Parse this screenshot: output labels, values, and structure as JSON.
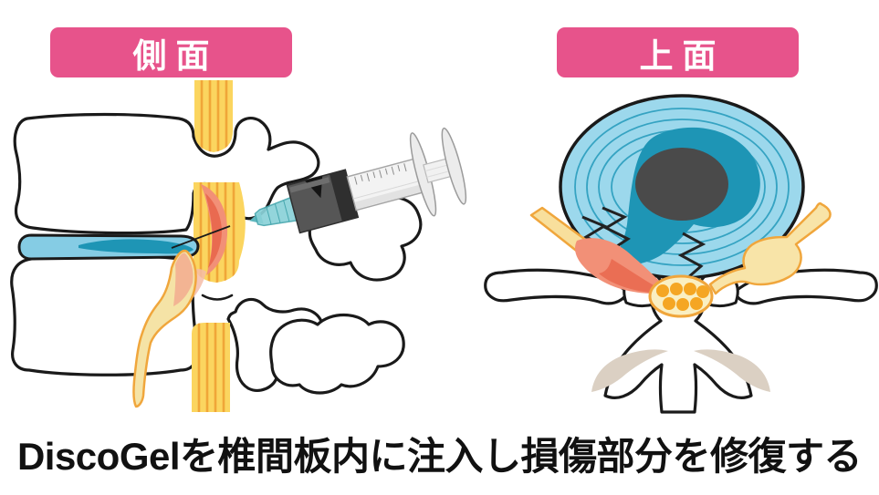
{
  "panel_labels": {
    "side_view": "側面",
    "top_view": "上面"
  },
  "caption": "DiscoGelを椎間板内に注入し損傷部分を修復する",
  "colors": {
    "label_pink": "#E7538B",
    "outline_black": "#1A1A1A",
    "disc_blue_side": "#85CCE4",
    "disc_blue_top": "#9CD8EC",
    "annulus_ring_teal": "#35A3C2",
    "gel_teal": "#1E95B5",
    "nucleus_gray": "#4A4A4A",
    "canal_yellow": "#FBD55F",
    "canal_stripe_orange": "#F0A638",
    "nerve_cream": "#F5E3A6",
    "nerve_outline_orange": "#F0A63C",
    "dural_sac_cream": "#FAEFC2",
    "cauda_dot_orange": "#F5A623",
    "inflamed_salmon": "#F29077",
    "inflamed_red": "#E96A50",
    "inflamed_pink": "#F5BCA8",
    "bone_white": "#FFFFFF",
    "bone_shadow_beige": "#DBD0C3",
    "syringe_gray": "#565656",
    "syringe_dark": "#2F2F2F",
    "syringe_hub_teal": "#8AD2D8",
    "syringe_barrel_gray": "#F3F3F3"
  }
}
